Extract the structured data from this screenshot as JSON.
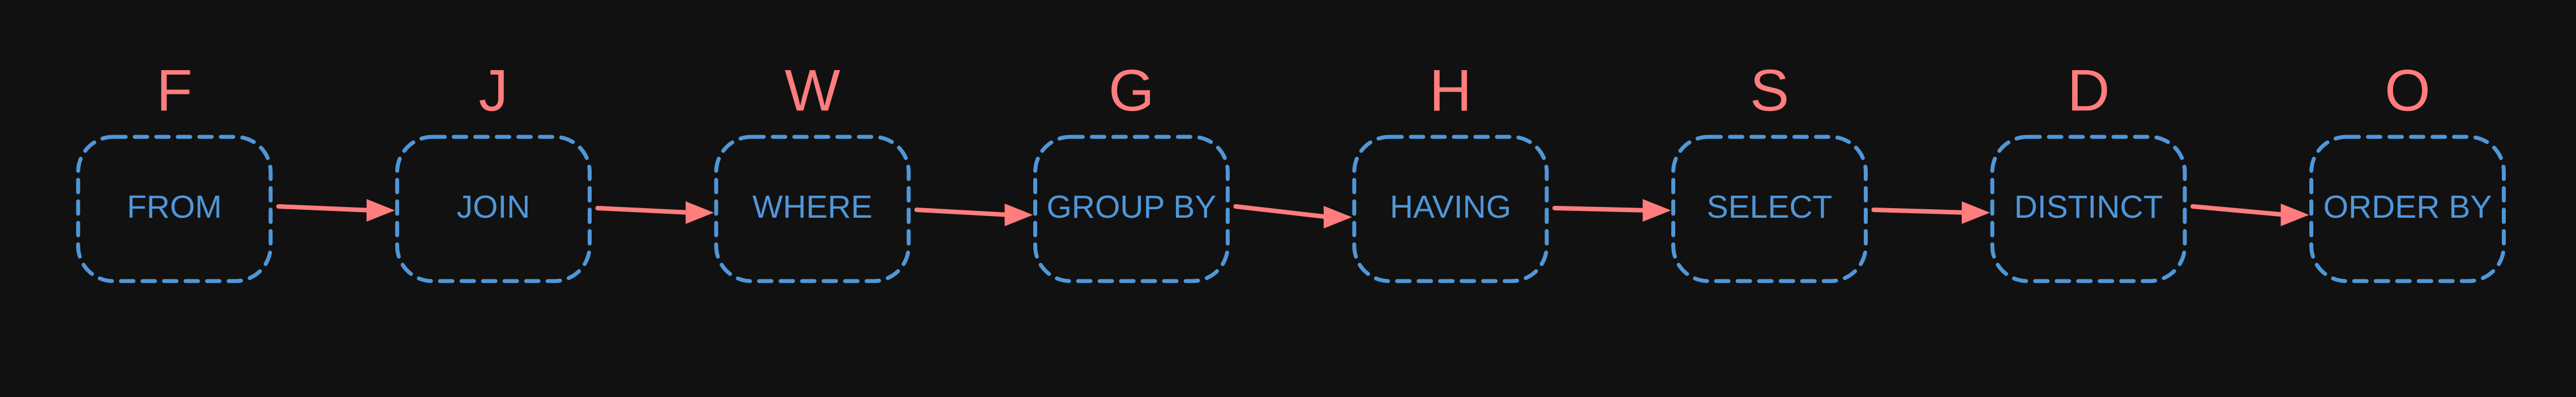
{
  "diagram": {
    "steps": [
      {
        "letter": "F",
        "label": "FROM"
      },
      {
        "letter": "J",
        "label": "JOIN"
      },
      {
        "letter": "W",
        "label": "WHERE"
      },
      {
        "letter": "G",
        "label": "GROUP BY"
      },
      {
        "letter": "H",
        "label": "HAVING"
      },
      {
        "letter": "S",
        "label": "SELECT"
      },
      {
        "letter": "D",
        "label": "DISTINCT"
      },
      {
        "letter": "O",
        "label": "ORDER BY"
      }
    ],
    "colors": {
      "background": "#111111",
      "box_and_label": "#4f97d8",
      "letters_and_arrows": "#ff7d7d"
    }
  }
}
